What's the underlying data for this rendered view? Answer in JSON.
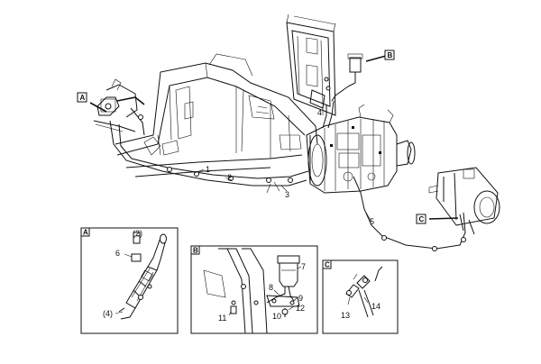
{
  "callouts": {
    "a": "A",
    "b": "B",
    "c": "C"
  },
  "parts": {
    "p1": "1",
    "p2": "2",
    "p3": "3",
    "p4": "4",
    "p5": "5",
    "p6": "6",
    "p7": "7",
    "p8": "8",
    "p9": "9",
    "p10": "10",
    "p11": "11",
    "p12": "12",
    "p13": "13",
    "p14": "14",
    "p2_ref": "(2)",
    "p4_ref": "(4)"
  },
  "detail_panels": {
    "a": "A",
    "b": "B",
    "c": "C"
  }
}
